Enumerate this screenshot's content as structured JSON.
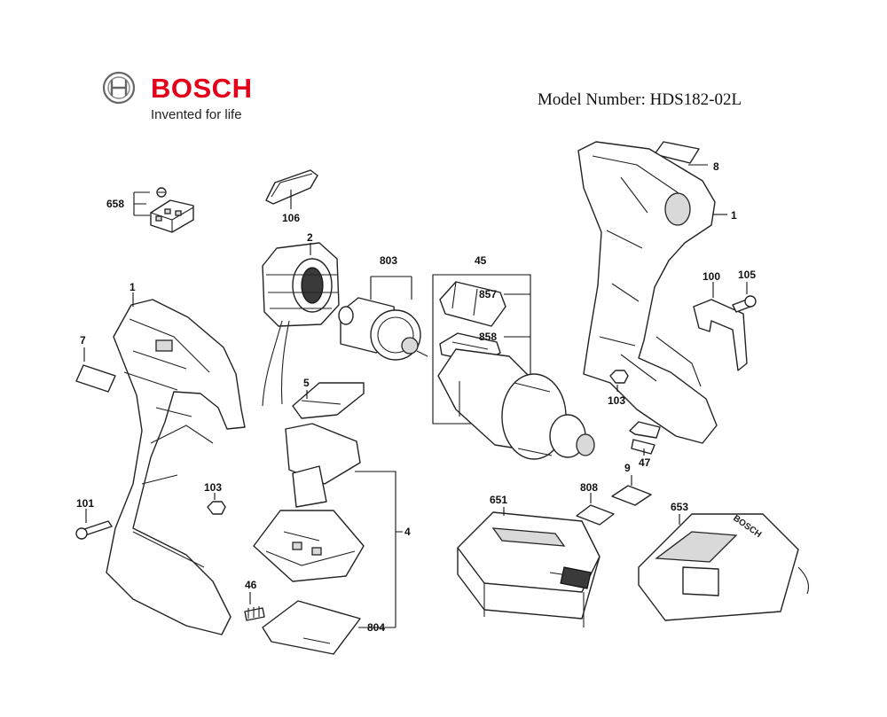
{
  "brand": {
    "name": "BOSCH",
    "tagline": "Invented for life",
    "color": "#e2001a"
  },
  "header": {
    "model_label": "Model Number: HDS182-02L"
  },
  "callouts": {
    "c658": "658",
    "c106": "106",
    "c2": "2",
    "c803": "803",
    "c45": "45",
    "c857": "857",
    "c858": "858",
    "c8": "8",
    "c1_right": "1",
    "c100": "100",
    "c105": "105",
    "c1_left": "1",
    "c7": "7",
    "c5": "5",
    "c103_right": "103",
    "c47": "47",
    "c9": "9",
    "c808": "808",
    "c4": "4",
    "c103_left": "103",
    "c101": "101",
    "c651": "651",
    "c653": "653",
    "c46": "46",
    "c804": "804"
  }
}
